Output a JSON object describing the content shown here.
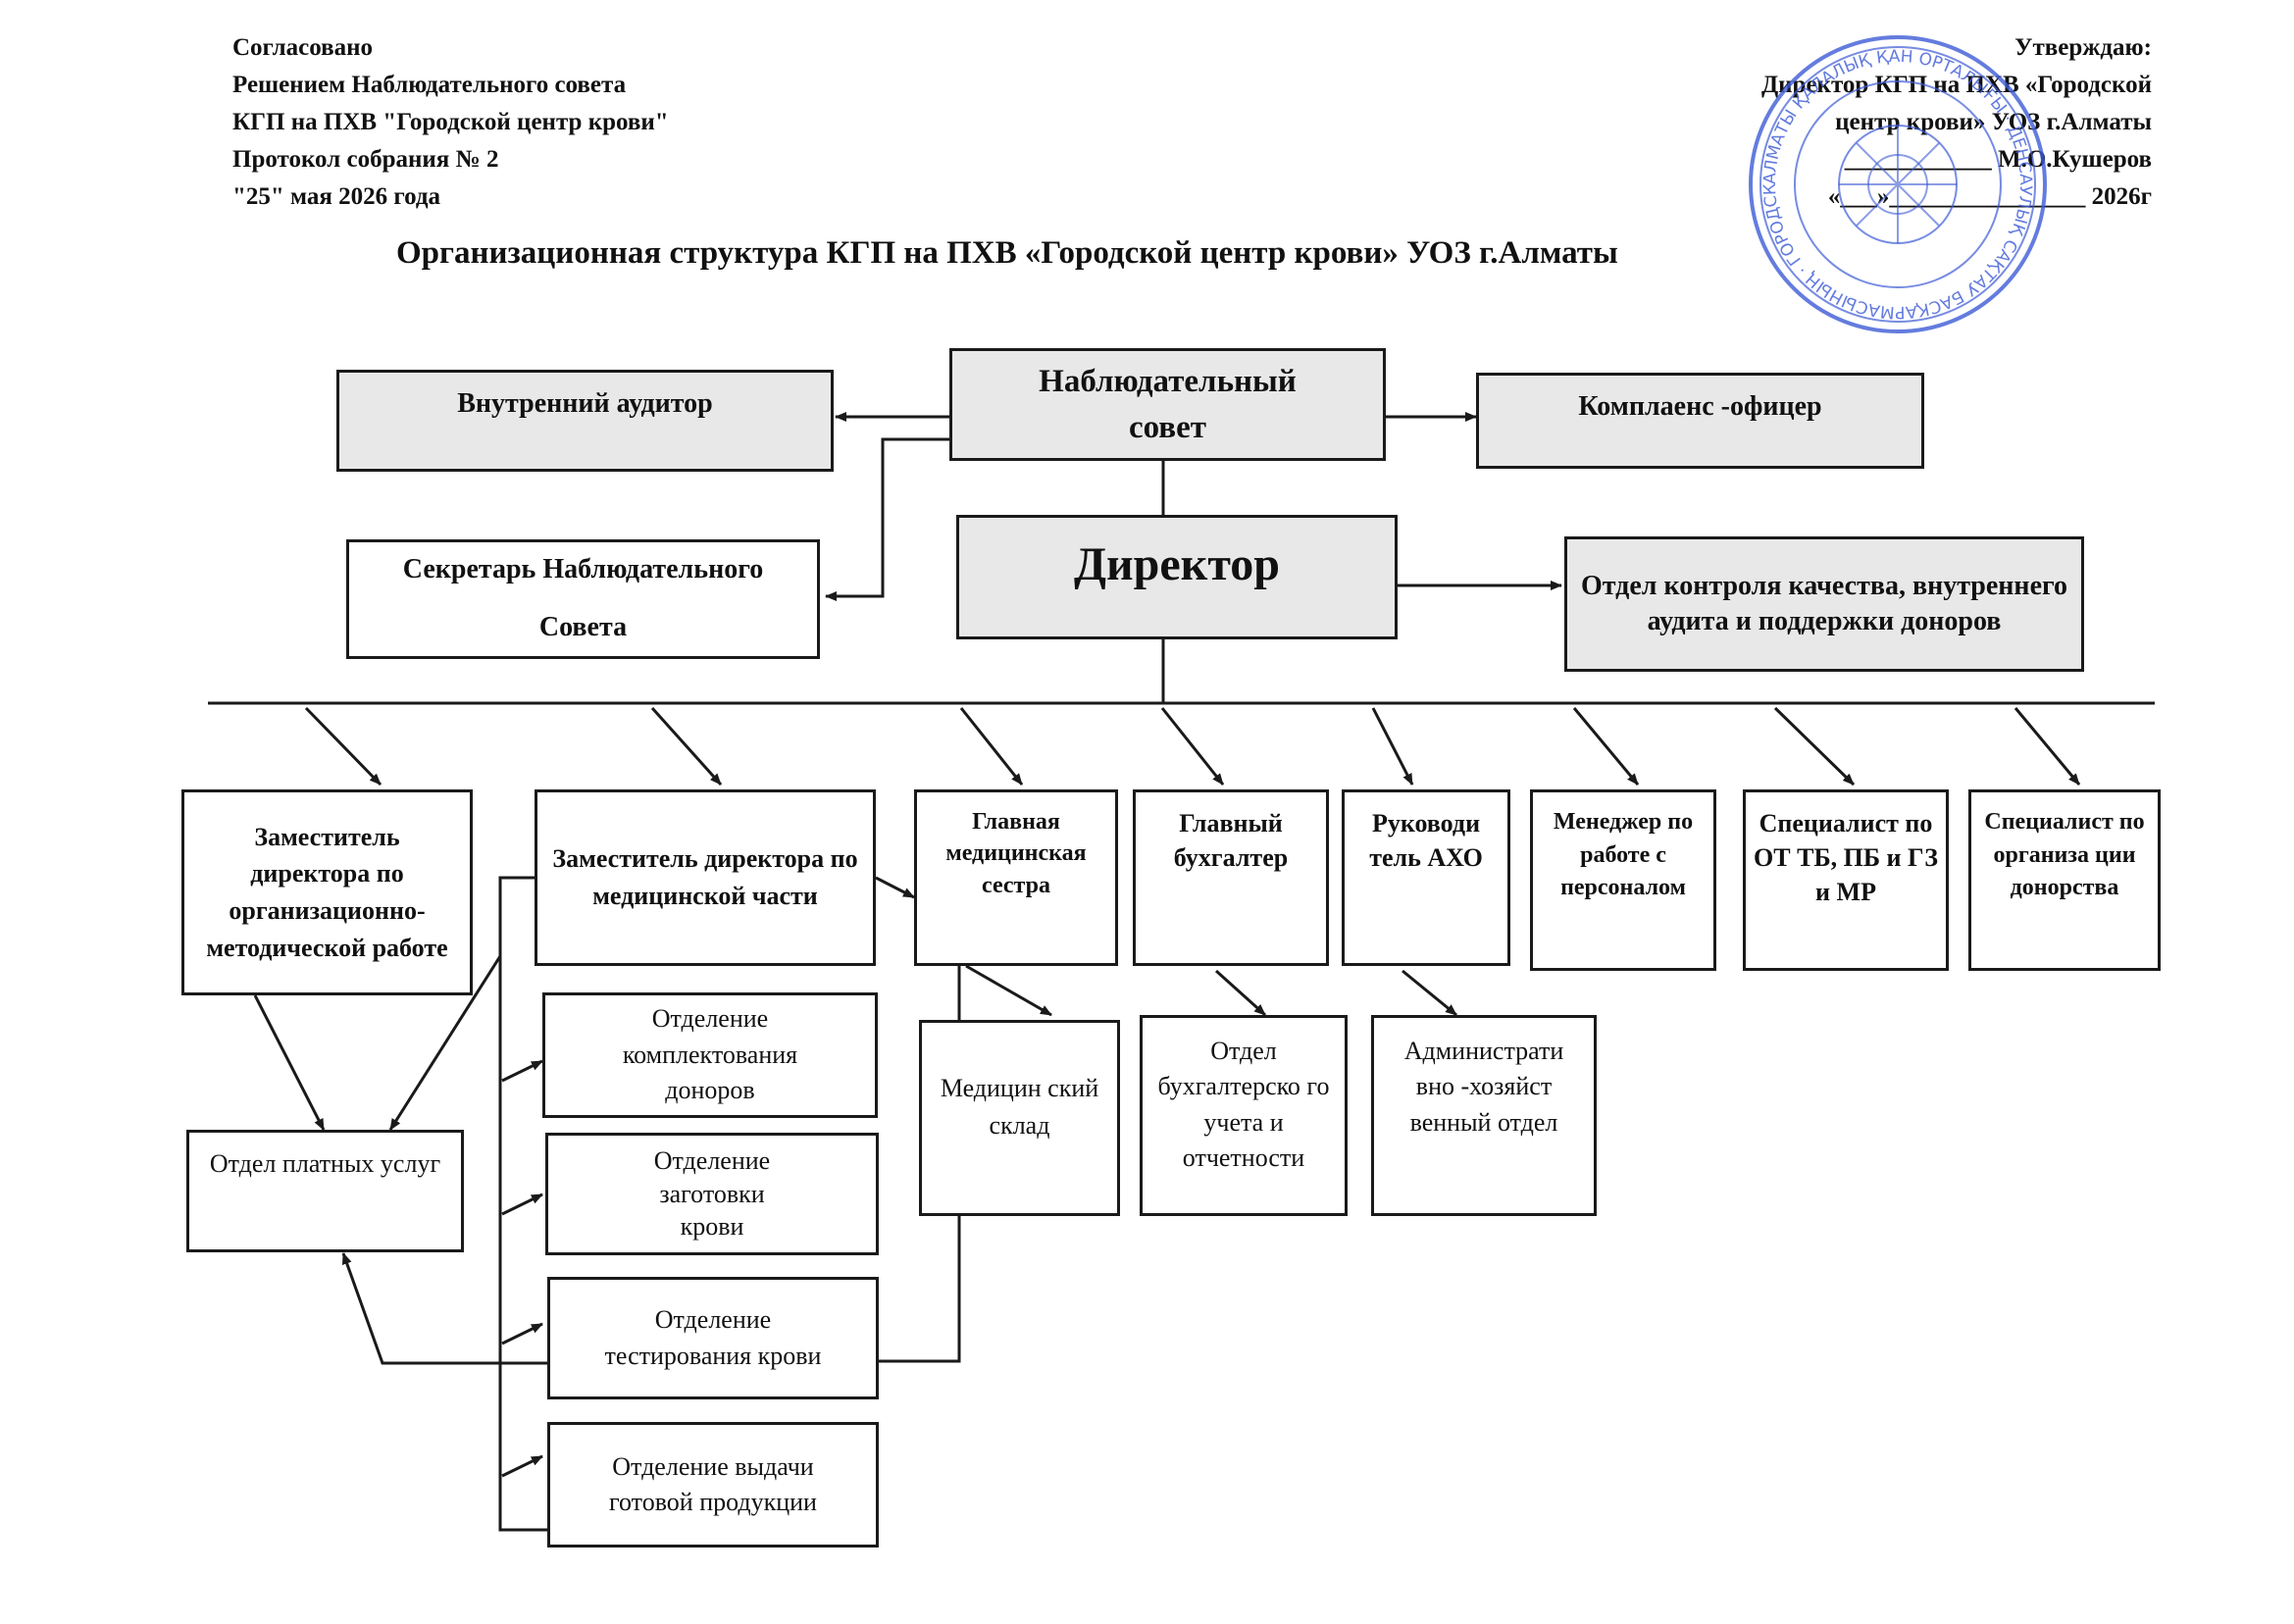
{
  "header_left": [
    "Согласовано",
    "Решением Наблюдательного совета",
    "КГП на ПХВ \"Городской центр крови\"",
    "Протокол собрания № 2",
    "\"25\" мая 2026 года"
  ],
  "header_right": [
    "Утверждаю:",
    "Директор КГП на ПХВ «Городской",
    "центр крови» УОЗ г.Алматы",
    "____________ М.О.Кушеров",
    "«___»________________ 2026г"
  ],
  "title": "Организационная структура КГП на ПХВ «Городской центр крови» УОЗ г.Алматы",
  "seal_text": "АЛМАТЫ ҚАЛАЛЫҚ ҚАН ОРТАЛЫҒЫ · ДЕНСАУЛЫҚ САҚТАУ БАСҚАРМАСЫНЫҢ · ГОРОДСКОЙ ЦЕНТР КРОВИ",
  "nodes": {
    "audit": "Внутренний аудитор",
    "board": "Наблюдательный совет",
    "compliance": "Комплаенс -офицер",
    "secretary": "Секретарь Наблюдательного Совета",
    "director": "Директор",
    "qc": "Отдел контроля качества, внутреннего аудита и поддержки доноров",
    "dep_org": "Заместитель директора по организационно-методической работе",
    "dep_med": "Заместитель директора по медицинской части",
    "head_nurse": "Главная медицинская сестра",
    "accountant": "Главный бухгалтер",
    "aho_head": "Руководи тель АХО",
    "hr": "Менеджер по работе с персоналом",
    "safety": "Специалист по ОТ ТБ, ПБ и ГЗ и МР",
    "donor_spec": "Специалист по организа ции донорства",
    "paid": "Отдел платных услуг",
    "donor_dept": "Отделение комплектования доноров",
    "collection": "Отделение заготовки крови",
    "testing": "Отделение тестирования крови",
    "issue": "Отделение выдачи готовой продукции",
    "warehouse": "Медицин ский склад",
    "acc_dept": "Отдел бухгалтерско го учета и отчетности",
    "aho_dept": "Администрати вно -хозяйст венный отдел"
  }
}
